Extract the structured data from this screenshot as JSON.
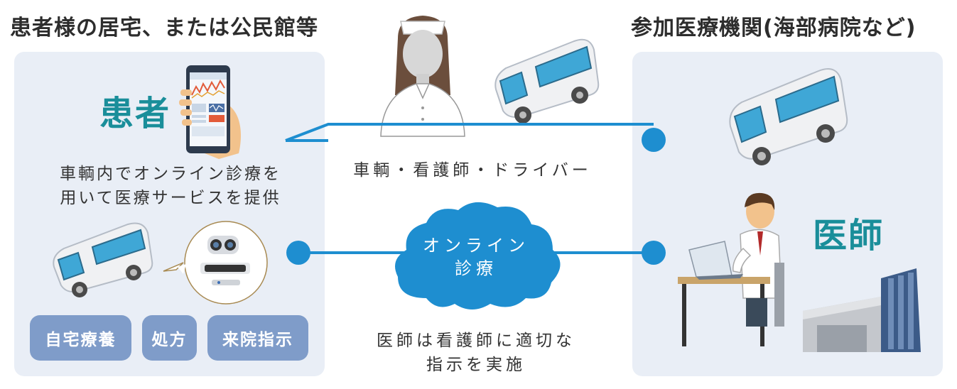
{
  "left_title": "患者様の居宅、または公民館等",
  "right_title": "参加医療機関(海部病院など)",
  "patient_label": "患者",
  "patient_desc_line1": "車輌内でオンライン診療を",
  "patient_desc_line2": "用いて医療サービスを提供",
  "service_pills": [
    "自宅療養",
    "処方",
    "来院指示"
  ],
  "top_link_label": "車輌・看護師・ドライバー",
  "cloud_line1": "オンライン",
  "cloud_line2": "診療",
  "bottom_text_line1": "医師は看護師に適切な",
  "bottom_text_line2": "指示を実施",
  "doctor_label": "医師",
  "colors": {
    "panel_bg": "#e9eef6",
    "accent_teal": "#1a8e9a",
    "line_blue": "#1e8ed0",
    "pill_bg": "#7f9cc9"
  }
}
